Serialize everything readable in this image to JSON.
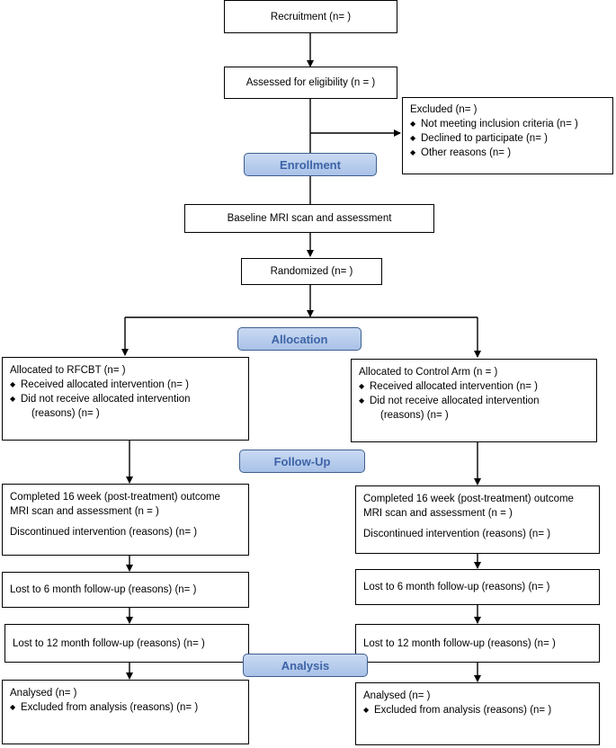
{
  "recruitment": "Recruitment (n= )",
  "assessed": "Assessed for eligibility (n = )",
  "excluded": {
    "title": "Excluded  (n=   )",
    "items": [
      "Not meeting inclusion criteria (n=  )",
      "Declined to participate (n=  )",
      "Other reasons (n=  )"
    ]
  },
  "stages": {
    "enrollment": "Enrollment",
    "allocation": "Allocation",
    "followup": "Follow-Up",
    "analysis": "Analysis"
  },
  "baseline": "Baseline MRI scan and assessment",
  "randomized": "Randomized (n=  )",
  "left": {
    "allocated": "Allocated to RFCBT (n=  )",
    "received": "Received allocated intervention (n=  )",
    "not_received": "Did not receive allocated intervention",
    "not_received_reasons": "(reasons) (n=  )",
    "completed_1": "Completed 16 week (post-treatment) outcome",
    "completed_2": "MRI scan and assessment (n = )",
    "discontinued": "Discontinued intervention (reasons) (n=  )",
    "lost6": "Lost to 6 month follow-up (reasons) (n=  )",
    "lost12": "Lost to 12 month follow-up (reasons) (n=  )",
    "analysed": "Analysed  (n=  )",
    "excluded_analysis": "Excluded from analysis (reasons) (n=  )"
  },
  "right": {
    "allocated": "Allocated to Control Arm (n = )",
    "received": "Received allocated intervention (n=  )",
    "not_received": "Did not receive allocated intervention",
    "not_received_reasons": "(reasons) (n=  )",
    "completed_1": "Completed 16 week (post-treatment) outcome",
    "completed_2": "MRI scan and assessment (n = )",
    "discontinued": "Discontinued intervention (reasons) (n=  )",
    "lost6": "Lost to 6 month follow-up (reasons) (n=  )",
    "lost12": "Lost to 12 month follow-up (reasons) (n=  )",
    "analysed": "Analysed  (n=  )",
    "excluded_analysis": "Excluded from analysis (reasons) (n=  )"
  },
  "icons": {
    "bullet": "diamond-bullet",
    "arrow": "arrow-down"
  },
  "colors": {
    "stage_fill": "#b9cdee",
    "stage_text": "#3d63a6",
    "line": "#000000"
  }
}
